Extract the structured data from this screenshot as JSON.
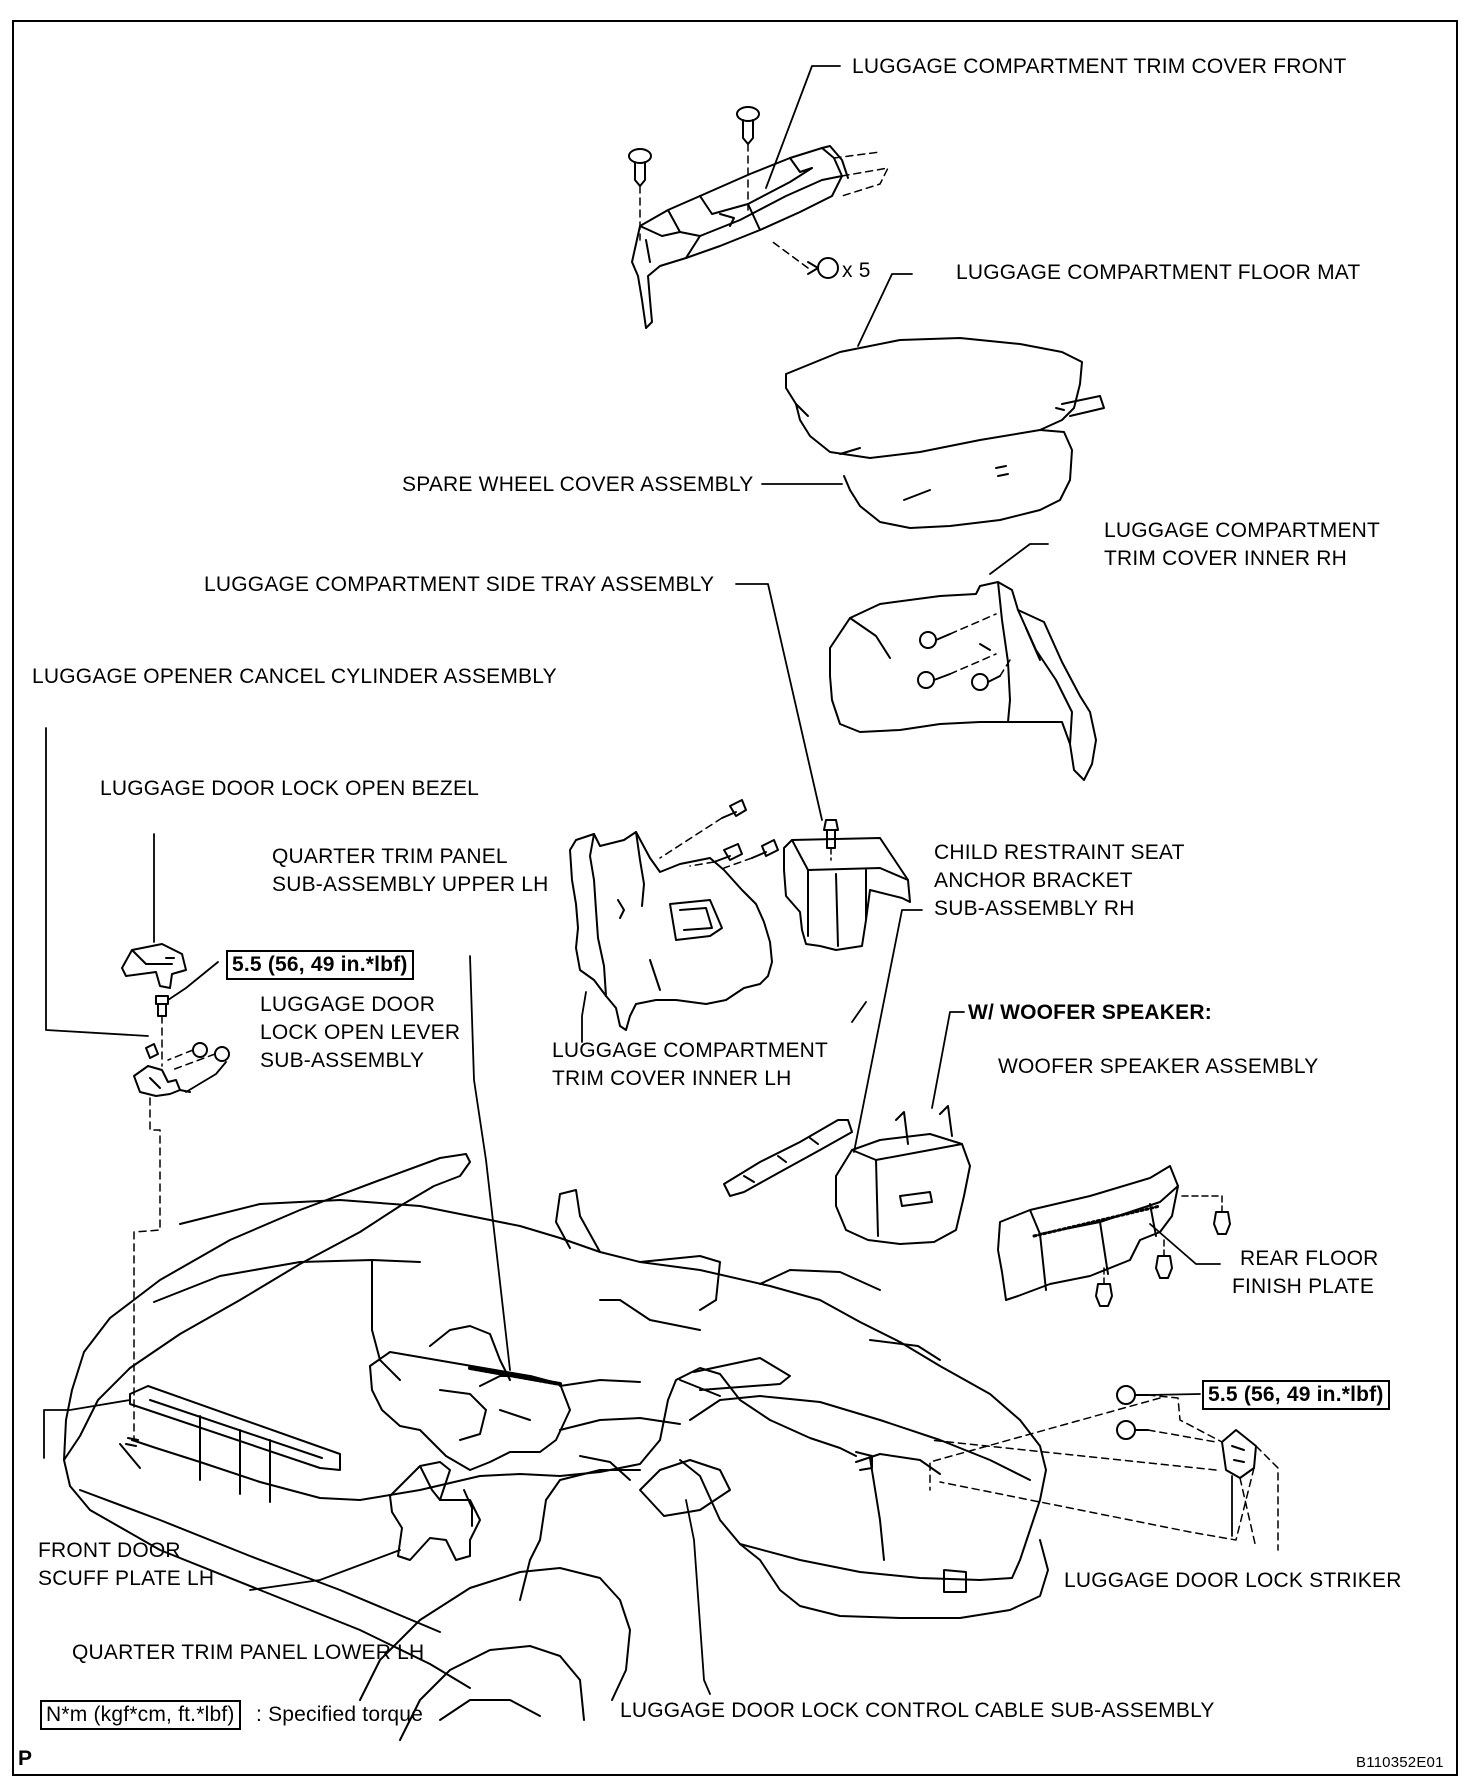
{
  "labels": {
    "trim_cover_front": "LUGGAGE COMPARTMENT TRIM COVER FRONT",
    "x5": "x 5",
    "floor_mat": "LUGGAGE COMPARTMENT FLOOR MAT",
    "spare_wheel": "SPARE WHEEL COVER ASSEMBLY",
    "inner_rh_1": "LUGGAGE COMPARTMENT",
    "inner_rh_2": "TRIM COVER INNER RH",
    "side_tray": "LUGGAGE COMPARTMENT SIDE TRAY ASSEMBLY",
    "cancel_cylinder": "LUGGAGE OPENER CANCEL CYLINDER ASSEMBLY",
    "open_bezel": "LUGGAGE DOOR LOCK OPEN BEZEL",
    "quarter_upper_1": "QUARTER TRIM PANEL",
    "quarter_upper_2": "SUB-ASSEMBLY UPPER LH",
    "child_1": "CHILD RESTRAINT SEAT",
    "child_2": "ANCHOR BRACKET",
    "child_3": "SUB-ASSEMBLY RH",
    "torque_1": "5.5 (56, 49 in.*lbf)",
    "open_lever_1": "LUGGAGE DOOR",
    "open_lever_2": "LOCK OPEN LEVER",
    "open_lever_3": "SUB-ASSEMBLY",
    "inner_lh_1": "LUGGAGE COMPARTMENT",
    "inner_lh_2": "TRIM COVER INNER LH",
    "woofer_heading": "W/ WOOFER SPEAKER:",
    "woofer": "WOOFER SPEAKER ASSEMBLY",
    "rear_floor_1": "REAR FLOOR",
    "rear_floor_2": "FINISH PLATE",
    "torque_2": "5.5 (56, 49 in.*lbf)",
    "scuff_1": "FRONT DOOR",
    "scuff_2": "SCUFF PLATE LH",
    "striker": "LUGGAGE DOOR LOCK STRIKER",
    "quarter_lower": "QUARTER TRIM PANEL LOWER LH",
    "legend_unit": "N*m (kgf*cm, ft.*lbf)",
    "legend_text": ": Specified torque",
    "control_cable": "LUGGAGE DOOR LOCK CONTROL CABLE SUB-ASSEMBLY",
    "corner_p": "P",
    "figure_code": "B110352E01"
  }
}
